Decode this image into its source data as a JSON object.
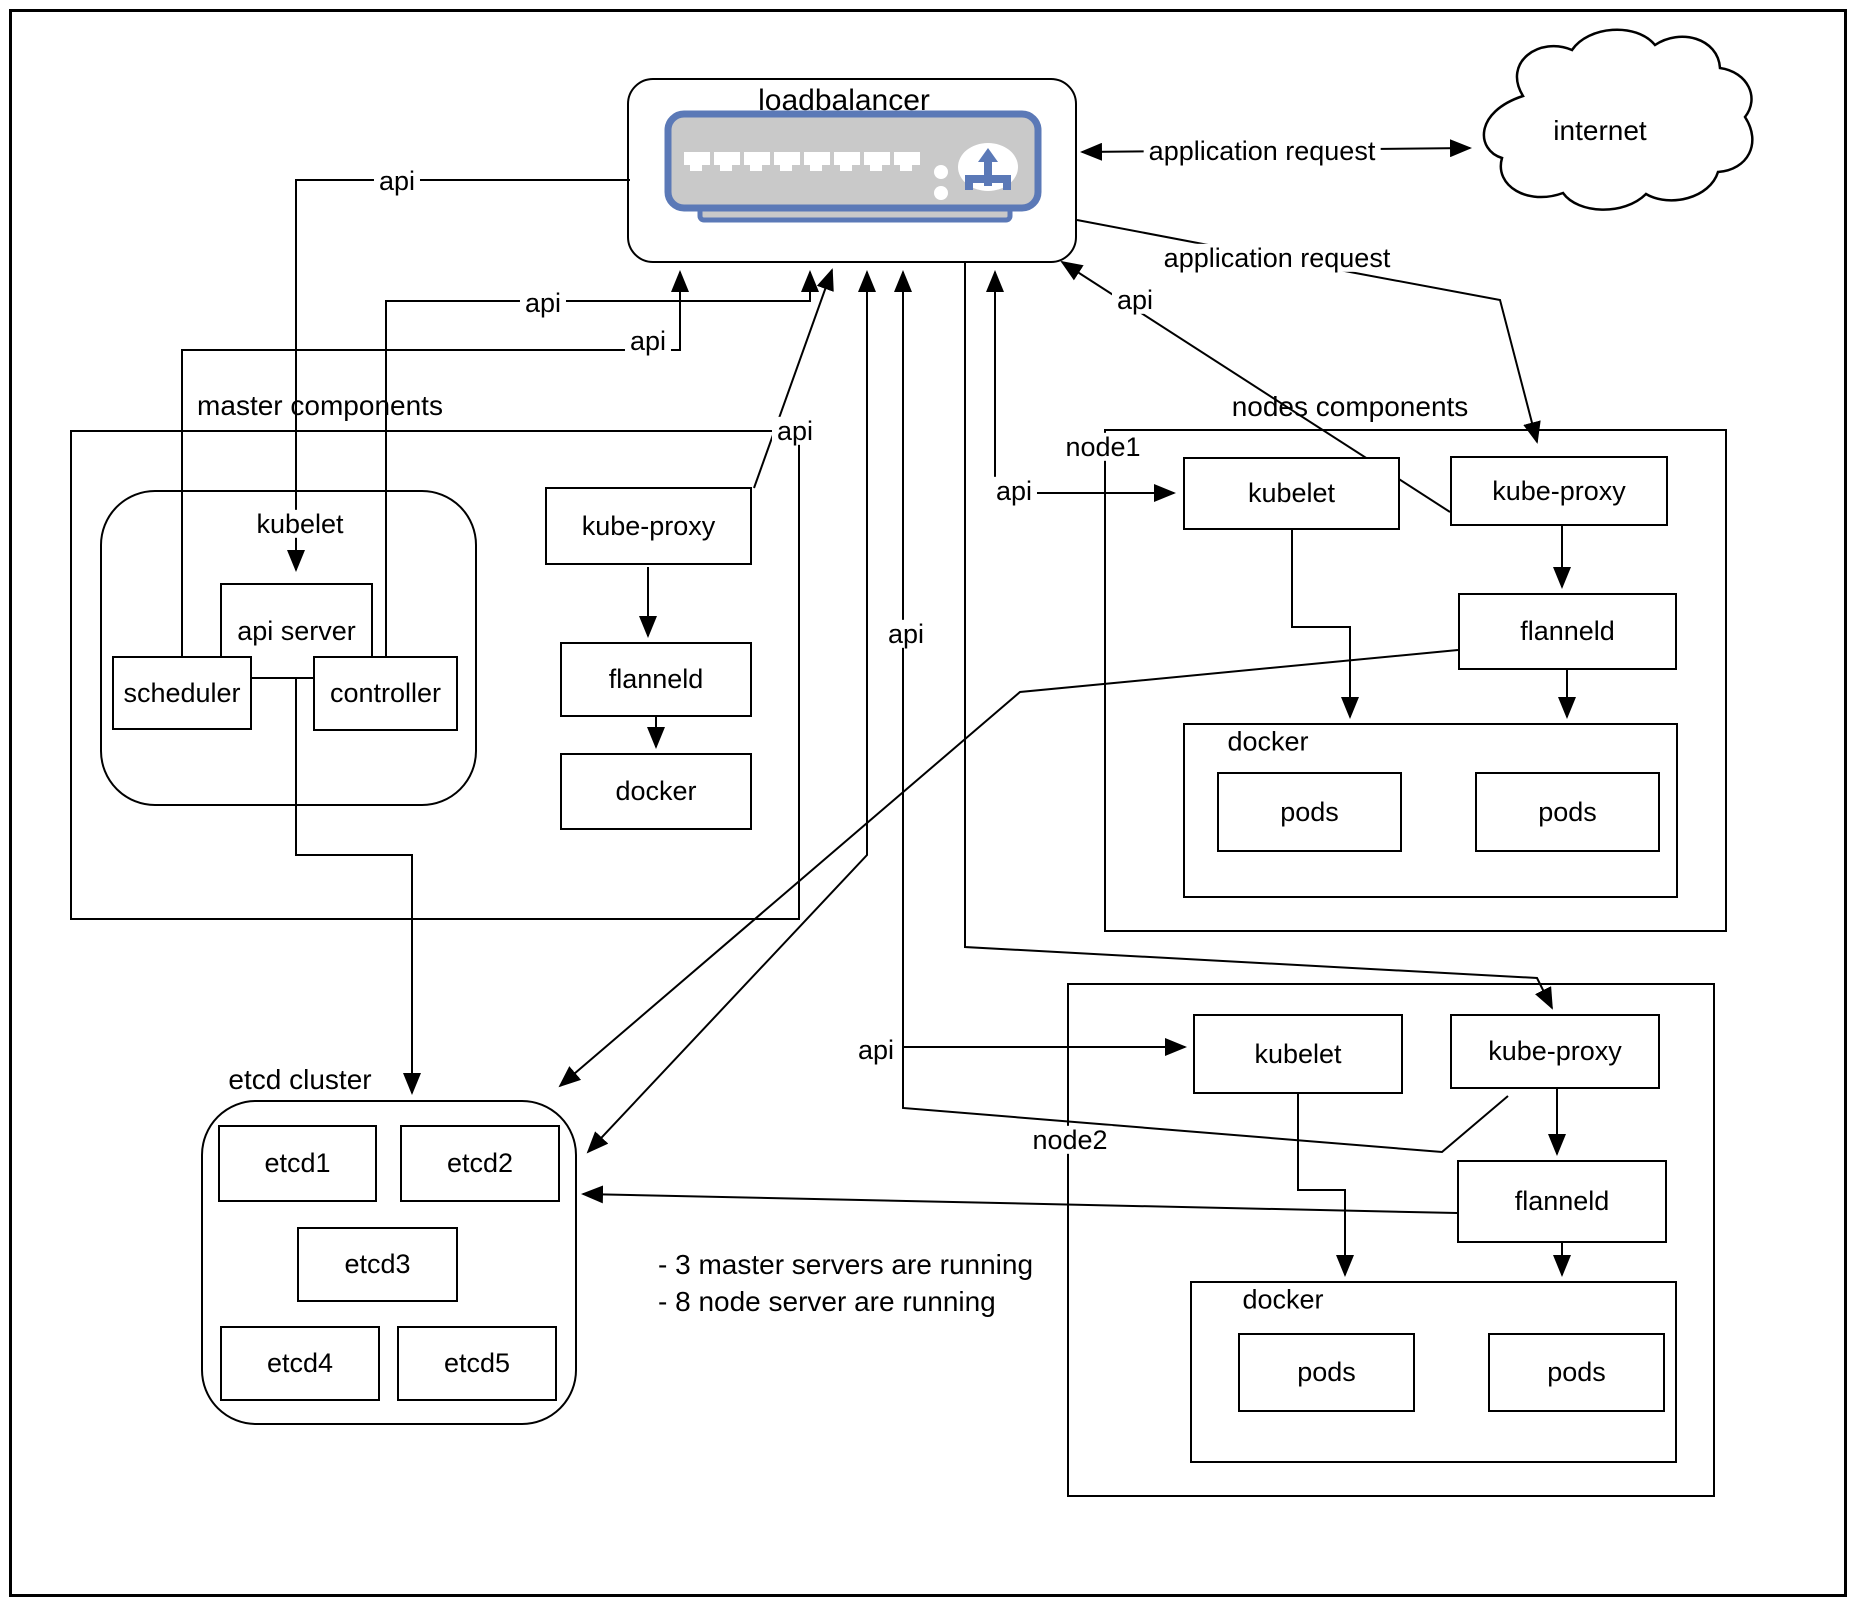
{
  "loadbalancer": {
    "label": "loadbalancer"
  },
  "internet": {
    "label": "internet"
  },
  "requests": {
    "to_loadbalancer": "application request",
    "to_node_proxy": "application request"
  },
  "api_labels": [
    "api",
    "api",
    "api",
    "api",
    "api",
    "api",
    "api",
    "api"
  ],
  "sections": {
    "master": "master components",
    "nodes": "nodes components",
    "node1": "node1",
    "node2": "node2",
    "etcd": "etcd cluster",
    "kubelet_group": "kubelet"
  },
  "master": {
    "api_server": "api server",
    "scheduler": "scheduler",
    "controller": "controller",
    "kube_proxy": "kube-proxy",
    "flanneld": "flanneld",
    "docker": "docker"
  },
  "node1": {
    "kubelet": "kubelet",
    "kube_proxy": "kube-proxy",
    "flanneld": "flanneld",
    "docker": "docker",
    "pods_a": "pods",
    "pods_b": "pods"
  },
  "node2": {
    "kubelet": "kubelet",
    "kube_proxy": "kube-proxy",
    "flanneld": "flanneld",
    "docker": "docker",
    "pods_a": "pods",
    "pods_b": "pods"
  },
  "etcd": {
    "members": [
      "etcd1",
      "etcd2",
      "etcd3",
      "etcd4",
      "etcd5"
    ]
  },
  "notes": {
    "line1": "- 3 master servers are running",
    "line2": "- 8 node server are running"
  },
  "colors": {
    "line": "#000000",
    "icon_blue": "#5b79b7",
    "icon_gray": "#c9c9c9"
  }
}
